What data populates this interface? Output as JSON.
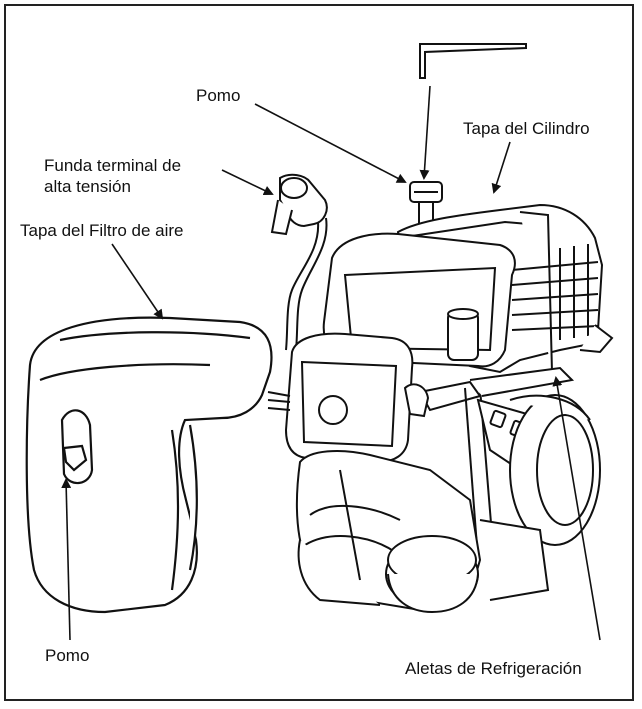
{
  "labels": {
    "pomo_top": "Pomo",
    "tapa_cilindro": "Tapa del Cilindro",
    "funda_line1": "Funda terminal de",
    "funda_line2": "alta tensión",
    "tapa_filtro": "Tapa del Filtro de aire",
    "pomo_bottom": "Pomo",
    "aletas": "Aletas de Refrigeración"
  },
  "colors": {
    "ink": "#111111",
    "frame": "#222222",
    "background": "#ffffff"
  },
  "icons": {
    "callout_arrow": "arrowhead",
    "hex_key": "allen-wrench-icon"
  }
}
